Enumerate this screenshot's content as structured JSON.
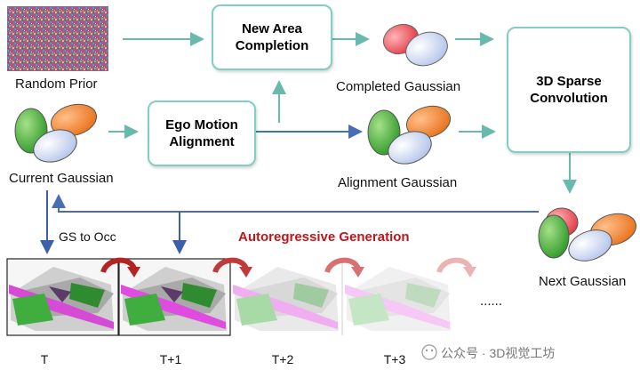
{
  "nodes": {
    "random_prior": "Random Prior",
    "current_gaussian": "Current Gaussian",
    "ego_motion": "Ego Motion\nAlignment",
    "new_area": "New Area\nCompletion",
    "completed_gaussian": "Completed Gaussian",
    "alignment_gaussian": "Alignment Gaussian",
    "sparse_conv": "3D Sparse\nConvolution",
    "next_gaussian": "Next Gaussian"
  },
  "gs_to_occ": "GS to Occ",
  "autoregressive_title": "Autoregressive Generation",
  "frames": [
    "T",
    "T+1",
    "T+2",
    "T+3"
  ],
  "ellipsis": "......",
  "watermark": "公众号 · 3D视觉工坊",
  "colors": {
    "arrow_teal": "#69b9ad",
    "arrow_blue": "#3b5fa8",
    "title_red": "#c0161b",
    "box_border": "#7fcfc3"
  }
}
